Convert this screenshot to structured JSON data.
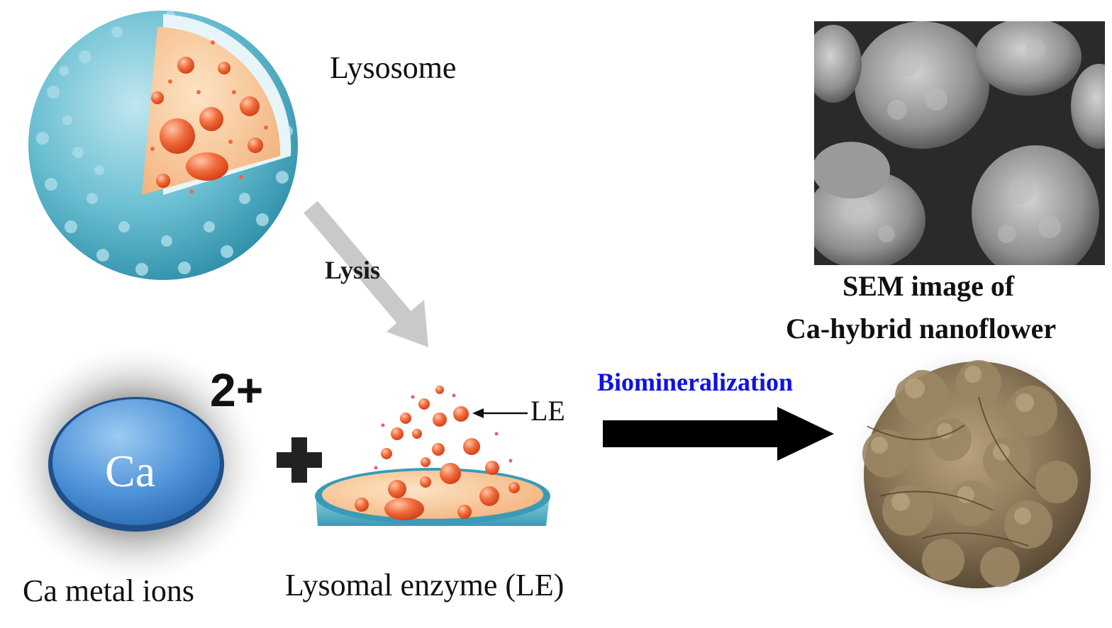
{
  "labels": {
    "lysosome": "Lysosome",
    "lysis": "Lysis",
    "ca_metal_ions": "Ca metal ions",
    "lysomal_enzyme": "Lysomal enzyme (LE)",
    "le_pointer": "LE",
    "biomineralization": "Biomineralization",
    "sem_line1": "SEM image of",
    "sem_line2": "Ca-hybrid nanoflower",
    "ca_symbol": "Ca",
    "charge": "2+"
  },
  "colors": {
    "lysosome_shell": "#5fb9cc",
    "lysosome_interior": "#f7c89a",
    "vesicle": "#ef5a2c",
    "ca_ion": "#4c8fd6",
    "biomin_text": "#1010e6",
    "arrow_main": "#000000",
    "arrow_lysis": "#c9c9c9",
    "nanoflower": "#8a7657",
    "sem_background": "#2a2a2a"
  },
  "icons": [
    "lysosome-icon",
    "calcium-ion-icon",
    "plus-icon",
    "enzyme-dish-icon",
    "nanoflower-icon",
    "sem-image"
  ]
}
